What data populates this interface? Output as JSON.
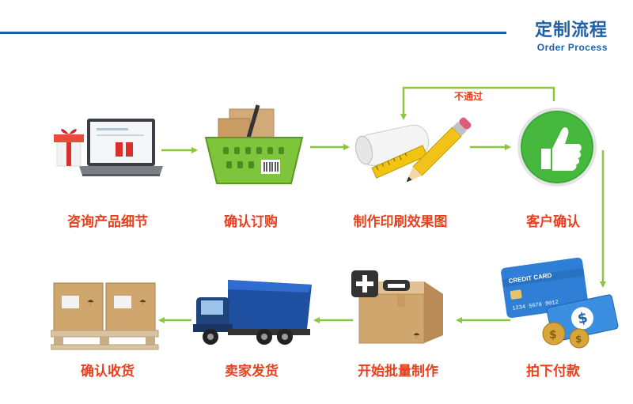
{
  "header": {
    "title_cn": "定制流程",
    "title_en": "Order Process"
  },
  "feedback_label": "不通过",
  "steps": [
    {
      "label": "咨询产品细节",
      "icon": "laptop-gift-icon"
    },
    {
      "label": "确认订购",
      "icon": "shopping-basket-icon"
    },
    {
      "label": "制作印刷效果图",
      "icon": "pencil-ruler-icon"
    },
    {
      "label": "客户确认",
      "icon": "thumbs-up-icon"
    },
    {
      "label": "拍下付款",
      "icon": "credit-card-icon"
    },
    {
      "label": "开始批量制作",
      "icon": "box-plus-icon"
    },
    {
      "label": "卖家发货",
      "icon": "delivery-truck-icon"
    },
    {
      "label": "确认收货",
      "icon": "pallet-boxes-icon"
    }
  ],
  "colors": {
    "accent_blue": "#1f5fa5",
    "label_red": "#e8401c",
    "arrow_green": "#8cc63f"
  }
}
